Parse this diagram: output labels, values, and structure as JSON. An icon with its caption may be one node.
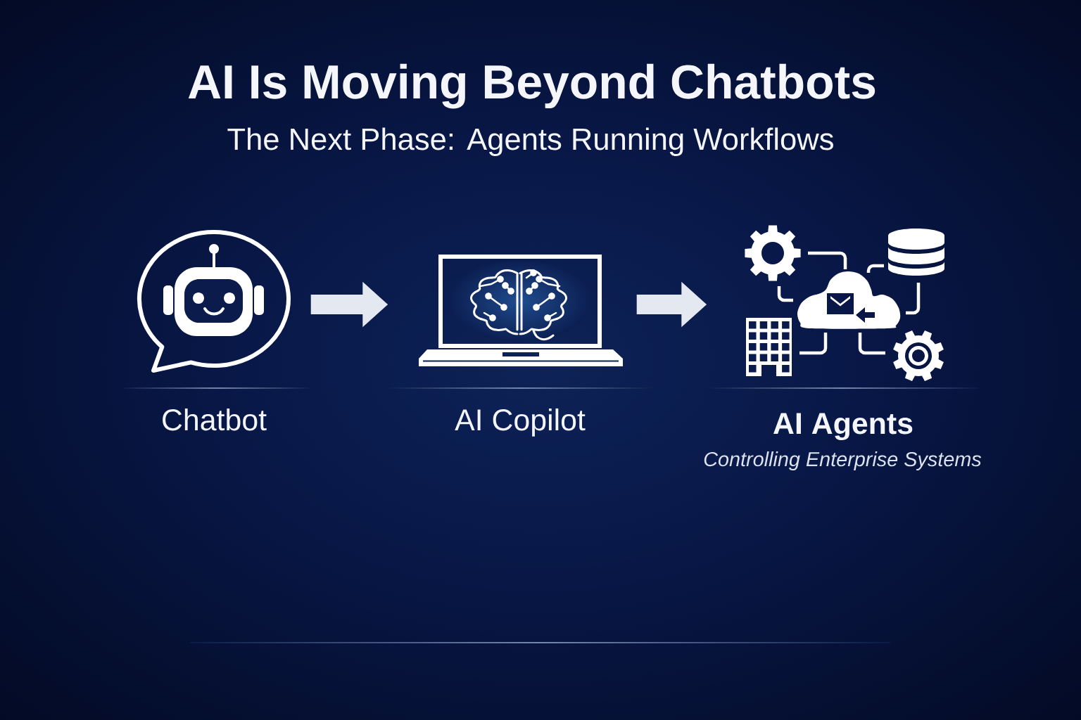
{
  "diagram": {
    "title": "AI Is Moving Beyond Chatbots",
    "nodes": [
      {
        "text": [
          "Chatbot"
        ]
      },
      {
        "text": [
          "AI Copilot"
        ]
      },
      {
        "text": [
          "AI Agents",
          "Controlling Enterprise Systems"
        ]
      }
    ],
    "edges": [
      {
        "from": 0,
        "to": 1,
        "arrow": "to"
      },
      {
        "from": 1,
        "to": 2,
        "arrow": "to"
      }
    ],
    "labels": [
      "The Next Phase: Agents Running Workflows"
    ]
  }
}
